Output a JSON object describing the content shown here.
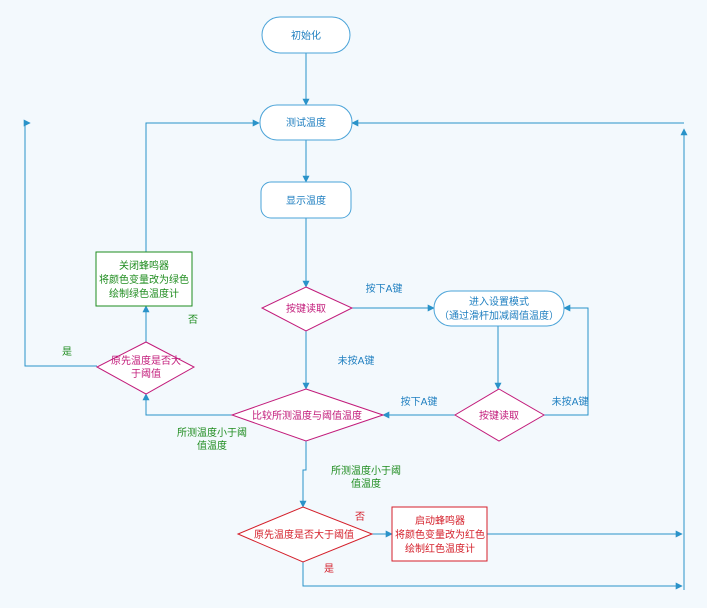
{
  "colors": {
    "background": "#f3f9fd",
    "node_fill": "#ffffff",
    "blue_border": "#4aa3d8",
    "blue_text": "#1f7fc0",
    "magenta": "#c21b7a",
    "red": "#d41f2a",
    "green": "#1e8c1e",
    "arrow": "#2a93c9"
  },
  "nodes": {
    "init": "初始化",
    "measure": "测试温度",
    "display": "显示温度",
    "read_key_1": "按键读取",
    "setup_mode_line1": "进入设置模式",
    "setup_mode_line2": "（通过滑杆加减阈值温度）",
    "read_key_2": "按键读取",
    "compare": "比较所测温度与阈值温度",
    "was_above_1": "原先温度是否大",
    "was_above_2": "于阈值",
    "close_buzzer_1": "关闭蜂鸣器",
    "close_buzzer_2": "将颜色变量改为绿色",
    "close_buzzer_3": "绘制绿色温度计",
    "was_below": "原先温度是否大于阈值",
    "start_buzzer_1": "启动蜂鸣器",
    "start_buzzer_2": "将颜色变量改为红色",
    "start_buzzer_3": "绘制红色温度计"
  },
  "labels": {
    "press_a_1": "按下A键",
    "not_press_a_1": "未按A键",
    "press_a_2": "按下A键",
    "not_press_a_2": "未按A键",
    "lower_1_line1": "所测温度小于阈",
    "lower_1_line2": "值温度",
    "lower_2_line1": "所测温度小于阈",
    "lower_2_line2": "值温度",
    "yes_1": "是",
    "no_1": "否",
    "no_2": "否",
    "yes_2": "是"
  }
}
